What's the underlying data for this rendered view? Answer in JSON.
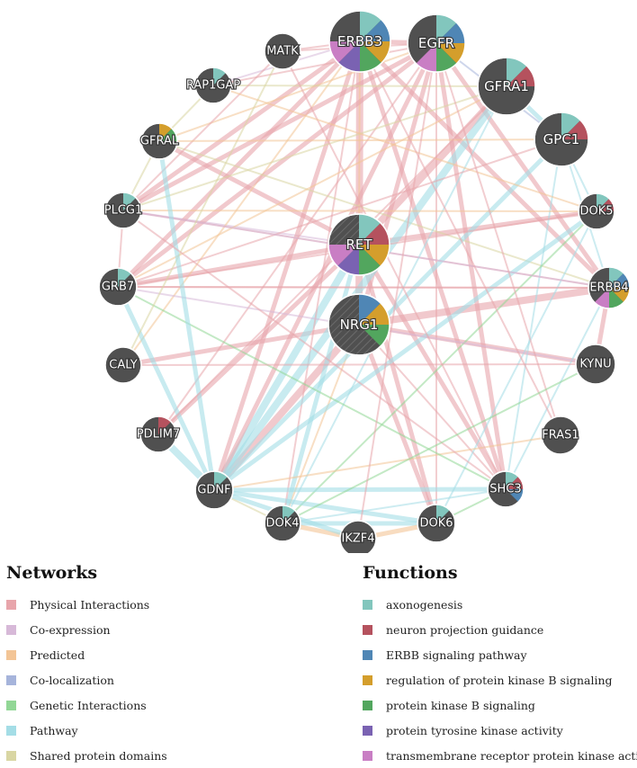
{
  "nodes": [
    {
      "id": "ERBB3",
      "label": "ERBB3",
      "functions": [
        "axonogenesis",
        "ERBB signaling pathway",
        "regulation of protein kinase B signaling",
        "protein kinase B signaling",
        "protein tyrosine kinase activity",
        "transmembrane receptor protein kinase activity"
      ]
    },
    {
      "id": "EGFR",
      "label": "EGFR",
      "functions": [
        "axonogenesis",
        "ERBB signaling pathway",
        "regulation of protein kinase B signaling",
        "protein kinase B signaling",
        "transmembrane receptor protein kinase activity"
      ]
    },
    {
      "id": "MATK",
      "label": "MATK",
      "functions": []
    },
    {
      "id": "RAP1GAP",
      "label": "RAP1GAP",
      "functions": [
        "axonogenesis"
      ]
    },
    {
      "id": "GFRA1",
      "label": "GFRA1",
      "functions": [
        "axonogenesis",
        "neuron projection guidance"
      ]
    },
    {
      "id": "GPC1",
      "label": "GPC1",
      "functions": [
        "axonogenesis",
        "neuron projection guidance"
      ]
    },
    {
      "id": "GFRAL",
      "label": "GFRAL",
      "functions": [
        "regulation of protein kinase B signaling",
        "protein kinase B signaling"
      ]
    },
    {
      "id": "PLCG1",
      "label": "PLCG1",
      "functions": [
        "axonogenesis"
      ]
    },
    {
      "id": "DOK5",
      "label": "DOK5",
      "functions": [
        "axonogenesis",
        "neuron projection guidance"
      ]
    },
    {
      "id": "RET",
      "label": "RET",
      "functions": [
        "axonogenesis",
        "neuron projection guidance",
        "regulation of protein kinase B signaling",
        "protein kinase B signaling",
        "protein tyrosine kinase activity",
        "transmembrane receptor protein kinase activity"
      ]
    },
    {
      "id": "GRB7",
      "label": "GRB7",
      "functions": [
        "axonogenesis"
      ]
    },
    {
      "id": "ERBB4",
      "label": "ERBB4",
      "functions": [
        "axonogenesis",
        "ERBB signaling pathway",
        "regulation of protein kinase B signaling",
        "protein kinase B signaling",
        "transmembrane receptor protein kinase activity"
      ]
    },
    {
      "id": "NRG1",
      "label": "NRG1",
      "functions": [
        "ERBB signaling pathway",
        "regulation of protein kinase B signaling",
        "protein kinase B signaling"
      ]
    },
    {
      "id": "CALY",
      "label": "CALY",
      "functions": []
    },
    {
      "id": "KYNU",
      "label": "KYNU",
      "functions": []
    },
    {
      "id": "PDLIM7",
      "label": "PDLIM7",
      "functions": [
        "neuron projection guidance"
      ]
    },
    {
      "id": "FRAS1",
      "label": "FRAS1",
      "functions": []
    },
    {
      "id": "GDNF",
      "label": "GDNF",
      "functions": [
        "axonogenesis"
      ]
    },
    {
      "id": "SHC3",
      "label": "SHC3",
      "functions": [
        "axonogenesis",
        "neuron projection guidance",
        "ERBB signaling pathway"
      ]
    },
    {
      "id": "DOK4",
      "label": "DOK4",
      "functions": [
        "axonogenesis"
      ]
    },
    {
      "id": "IKZF4",
      "label": "IKZF4",
      "functions": []
    },
    {
      "id": "DOK6",
      "label": "DOK6",
      "functions": [
        "axonogenesis"
      ]
    }
  ],
  "edges": [
    {
      "source": "NRG1",
      "target": "ERBB3",
      "type": "Physical Interactions",
      "weight": 3
    },
    {
      "source": "NRG1",
      "target": "ERBB4",
      "type": "Physical Interactions",
      "weight": 3
    },
    {
      "source": "NRG1",
      "target": "EGFR",
      "type": "Physical Interactions",
      "weight": 2
    },
    {
      "source": "NRG1",
      "target": "GDNF",
      "type": "Physical Interactions",
      "weight": 3
    },
    {
      "source": "NRG1",
      "target": "KYNU",
      "type": "Physical Interactions",
      "weight": 2
    },
    {
      "source": "NRG1",
      "target": "CALY",
      "type": "Physical Interactions",
      "weight": 2
    },
    {
      "source": "NRG1",
      "target": "DOK6",
      "type": "Physical Interactions",
      "weight": 2
    },
    {
      "source": "NRG1",
      "target": "DOK4",
      "type": "Predicted",
      "weight": 1
    },
    {
      "source": "NRG1",
      "target": "SHC3",
      "type": "Physical Interactions",
      "weight": 1
    },
    {
      "source": "RET",
      "target": "GFRA1",
      "type": "Physical Interactions",
      "weight": 3
    },
    {
      "source": "RET",
      "target": "GDNF",
      "type": "Pathway",
      "weight": 3
    },
    {
      "source": "RET",
      "target": "SHC3",
      "type": "Physical Interactions",
      "weight": 2
    },
    {
      "source": "RET",
      "target": "GRB7",
      "type": "Physical Interactions",
      "weight": 2
    },
    {
      "source": "RET",
      "target": "PLCG1",
      "type": "Co-expression",
      "weight": 1
    },
    {
      "source": "RET",
      "target": "DOK4",
      "type": "Pathway",
      "weight": 2
    },
    {
      "source": "RET",
      "target": "DOK5",
      "type": "Physical Interactions",
      "weight": 2
    },
    {
      "source": "RET",
      "target": "DOK6",
      "type": "Physical Interactions",
      "weight": 2
    },
    {
      "source": "RET",
      "target": "GFRAL",
      "type": "Physical Interactions",
      "weight": 2
    },
    {
      "source": "RET",
      "target": "ERBB3",
      "type": "Predicted",
      "weight": 1
    },
    {
      "source": "RET",
      "target": "PDLIM7",
      "type": "Physical Interactions",
      "weight": 2
    },
    {
      "source": "ERBB3",
      "target": "EGFR",
      "type": "Physical Interactions",
      "weight": 2
    },
    {
      "source": "ERBB3",
      "target": "ERBB4",
      "type": "Physical Interactions",
      "weight": 2
    },
    {
      "source": "ERBB3",
      "target": "GRB7",
      "type": "Physical Interactions",
      "weight": 2
    },
    {
      "source": "ERBB3",
      "target": "PLCG1",
      "type": "Physical Interactions",
      "weight": 2
    },
    {
      "source": "ERBB3",
      "target": "SHC3",
      "type": "Physical Interactions",
      "weight": 2
    },
    {
      "source": "ERBB3",
      "target": "MATK",
      "type": "Physical Interactions",
      "weight": 1
    },
    {
      "source": "ERBB3",
      "target": "RAP1GAP",
      "type": "Co-expression",
      "weight": 1
    },
    {
      "source": "ERBB3",
      "target": "GDNF",
      "type": "Physical Interactions",
      "weight": 2
    },
    {
      "source": "ERBB3",
      "target": "CALY",
      "type": "Predicted",
      "weight": 1
    },
    {
      "source": "ERBB3",
      "target": "DOK4",
      "type": "Physical Interactions",
      "weight": 1
    },
    {
      "source": "EGFR",
      "target": "PLCG1",
      "type": "Physical Interactions",
      "weight": 2
    },
    {
      "source": "EGFR",
      "target": "GRB7",
      "type": "Physical Interactions",
      "weight": 2
    },
    {
      "source": "EGFR",
      "target": "SHC3",
      "type": "Physical Interactions",
      "weight": 2
    },
    {
      "source": "EGFR",
      "target": "ERBB4",
      "type": "Physical Interactions",
      "weight": 2
    },
    {
      "source": "EGFR",
      "target": "GFRAL",
      "type": "Predicted",
      "weight": 1
    },
    {
      "source": "EGFR",
      "target": "MATK",
      "type": "Physical Interactions",
      "weight": 1
    },
    {
      "source": "EGFR",
      "target": "PDLIM7",
      "type": "Physical Interactions",
      "weight": 1
    },
    {
      "source": "EGFR",
      "target": "GDNF",
      "type": "Physical Interactions",
      "weight": 2
    },
    {
      "source": "EGFR",
      "target": "DOK6",
      "type": "Physical Interactions",
      "weight": 1
    },
    {
      "source": "EGFR",
      "target": "GPC1",
      "type": "Co-localization",
      "weight": 1
    },
    {
      "source": "EGFR",
      "target": "RAP1GAP",
      "type": "Physical Interactions",
      "weight": 1
    },
    {
      "source": "ERBB4",
      "target": "GRB7",
      "type": "Physical Interactions",
      "weight": 1
    },
    {
      "source": "ERBB4",
      "target": "PLCG1",
      "type": "Physical Interactions",
      "weight": 1
    },
    {
      "source": "ERBB4",
      "target": "SHC3",
      "type": "Pathway",
      "weight": 1
    },
    {
      "source": "ERBB4",
      "target": "KYNU",
      "type": "Physical Interactions",
      "weight": 2
    },
    {
      "source": "ERBB4",
      "target": "GFRAL",
      "type": "Shared protein domains",
      "weight": 1
    },
    {
      "source": "GFRA1",
      "target": "GDNF",
      "type": "Pathway",
      "weight": 3
    },
    {
      "source": "GFRA1",
      "target": "GPC1",
      "type": "Pathway",
      "weight": 2
    },
    {
      "source": "GFRA1",
      "target": "PLCG1",
      "type": "Shared protein domains",
      "weight": 1
    },
    {
      "source": "GFRA1",
      "target": "GRB7",
      "type": "Predicted",
      "weight": 1
    },
    {
      "source": "GFRA1",
      "target": "DOK4",
      "type": "Pathway",
      "weight": 1
    },
    {
      "source": "GFRA1",
      "target": "RAP1GAP",
      "type": "Shared protein domains",
      "weight": 1
    },
    {
      "source": "GPC1",
      "target": "GDNF",
      "type": "Pathway",
      "weight": 2
    },
    {
      "source": "GPC1",
      "target": "DOK5",
      "type": "Pathway",
      "weight": 1
    },
    {
      "source": "GPC1",
      "target": "SHC3",
      "type": "Pathway",
      "weight": 1
    },
    {
      "source": "GPC1",
      "target": "ERBB4",
      "type": "Pathway",
      "weight": 1
    },
    {
      "source": "GPC1",
      "target": "GRB7",
      "type": "Physical Interactions",
      "weight": 1
    },
    {
      "source": "DOK5",
      "target": "DOK6",
      "type": "Pathway",
      "weight": 1
    },
    {
      "source": "DOK5",
      "target": "DOK4",
      "type": "Genetic Interactions",
      "weight": 1
    },
    {
      "source": "DOK5",
      "target": "GRB7",
      "type": "Physical Interactions",
      "weight": 1
    },
    {
      "source": "DOK5",
      "target": "PLCG1",
      "type": "Predicted",
      "weight": 1
    },
    {
      "source": "DOK4",
      "target": "DOK6",
      "type": "Pathway",
      "weight": 2
    },
    {
      "source": "DOK4",
      "target": "IKZF4",
      "type": "Predicted",
      "weight": 2
    },
    {
      "source": "DOK4",
      "target": "GDNF",
      "type": "Shared protein domains",
      "weight": 1
    },
    {
      "source": "DOK4",
      "target": "SHC3",
      "type": "Pathway",
      "weight": 1
    },
    {
      "source": "DOK6",
      "target": "IKZF4",
      "type": "Predicted",
      "weight": 2
    },
    {
      "source": "DOK6",
      "target": "GDNF",
      "type": "Pathway",
      "weight": 2
    },
    {
      "source": "DOK6",
      "target": "SHC3",
      "type": "Genetic Interactions",
      "weight": 1
    },
    {
      "source": "GDNF",
      "target": "IKZF4",
      "type": "Pathway",
      "weight": 2
    },
    {
      "source": "GDNF",
      "target": "PDLIM7",
      "type": "Pathway",
      "weight": 3
    },
    {
      "source": "GDNF",
      "target": "GRB7",
      "type": "Pathway",
      "weight": 2
    },
    {
      "source": "GDNF",
      "target": "SHC3",
      "type": "Pathway",
      "weight": 2
    },
    {
      "source": "GDNF",
      "target": "FRAS1",
      "type": "Predicted",
      "weight": 1
    },
    {
      "source": "GDNF",
      "target": "DOK5",
      "type": "Pathway",
      "weight": 2
    },
    {
      "source": "PLCG1",
      "target": "GRB7",
      "type": "Physical Interactions",
      "weight": 1
    },
    {
      "source": "PLCG1",
      "target": "ERBB4",
      "type": "Co-expression",
      "weight": 1
    },
    {
      "source": "PLCG1",
      "target": "GFRAL",
      "type": "Shared protein domains",
      "weight": 1
    },
    {
      "source": "GRB7",
      "target": "ERBB4",
      "type": "Physical Interactions",
      "weight": 1
    },
    {
      "source": "GRB7",
      "target": "KYNU",
      "type": "Co-expression",
      "weight": 1
    },
    {
      "source": "GRB7",
      "target": "SHC3",
      "type": "Genetic Interactions",
      "weight": 1
    },
    {
      "source": "CALY",
      "target": "KYNU",
      "type": "Physical Interactions",
      "weight": 1
    },
    {
      "source": "CALY",
      "target": "MATK",
      "type": "Shared protein domains",
      "weight": 1
    },
    {
      "source": "MATK",
      "target": "PLCG1",
      "type": "Physical Interactions",
      "weight": 1
    },
    {
      "source": "MATK",
      "target": "SHC3",
      "type": "Physical Interactions",
      "weight": 1
    },
    {
      "source": "RAP1GAP",
      "target": "GFRAL",
      "type": "Shared protein domains",
      "weight": 1
    },
    {
      "source": "RAP1GAP",
      "target": "DOK5",
      "type": "Predicted",
      "weight": 1
    },
    {
      "source": "GFRAL",
      "target": "GDNF",
      "type": "Pathway",
      "weight": 2
    },
    {
      "source": "GFRAL",
      "target": "GPC1",
      "type": "Predicted",
      "weight": 1
    },
    {
      "source": "FRAS1",
      "target": "EGFR",
      "type": "Physical Interactions",
      "weight": 1
    },
    {
      "source": "FRAS1",
      "target": "ERBB3",
      "type": "Physical Interactions",
      "weight": 1
    },
    {
      "source": "PDLIM7",
      "target": "GFRA1",
      "type": "Physical Interactions",
      "weight": 1
    },
    {
      "source": "SHC3",
      "target": "PLCG1",
      "type": "Physical Interactions",
      "weight": 1
    },
    {
      "source": "KYNU",
      "target": "DOK4",
      "type": "Genetic Interactions",
      "weight": 1
    },
    {
      "source": "IKZF4",
      "target": "EGFR",
      "type": "Physical Interactions",
      "weight": 1
    }
  ],
  "legend": {
    "networks_title": "Networks",
    "networks": [
      {
        "label": "Physical Interactions",
        "color": "#e8a5ab"
      },
      {
        "label": "Co-expression",
        "color": "#d7b9d8"
      },
      {
        "label": "Predicted",
        "color": "#f3c596"
      },
      {
        "label": "Co-localization",
        "color": "#a6b4db"
      },
      {
        "label": "Genetic Interactions",
        "color": "#92d796"
      },
      {
        "label": "Pathway",
        "color": "#a4dde6"
      },
      {
        "label": "Shared protein domains",
        "color": "#d9d6a3"
      }
    ],
    "functions_title": "Functions",
    "functions": [
      {
        "label": "axonogenesis",
        "color": "#82c6bd"
      },
      {
        "label": "neuron projection guidance",
        "color": "#b5525e"
      },
      {
        "label": "ERBB signaling pathway",
        "color": "#4f86b5"
      },
      {
        "label": "regulation of protein kinase B signaling",
        "color": "#d49e2c"
      },
      {
        "label": "protein kinase B signaling",
        "color": "#52a65e"
      },
      {
        "label": "protein tyrosine kinase activity",
        "color": "#7a62b2"
      },
      {
        "label": "transmembrane receptor protein kinase activity",
        "color": "#c97ec4"
      }
    ]
  },
  "colors": {
    "node_fill": "#505050",
    "node_stroke": "#ffffff",
    "query_hatch": "#6b6b6b"
  }
}
